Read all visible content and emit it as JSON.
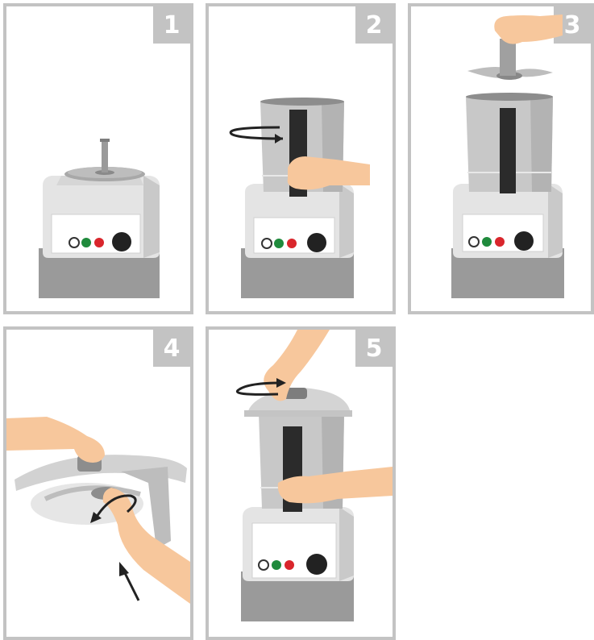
{
  "steps": [
    {
      "number": "1"
    },
    {
      "number": "2"
    },
    {
      "number": "3"
    },
    {
      "number": "4"
    },
    {
      "number": "5"
    }
  ],
  "colors": {
    "frame": "#c3c3c3",
    "machine_body": "#e4e4e4",
    "machine_base": "#9a9a9a",
    "bowl": "#c8c8c8",
    "handle": "#2b2b2b",
    "skin": "#f7c79c",
    "button_green": "#1f8a3c",
    "button_red": "#d9262c"
  },
  "icons": [
    "turn-arrow-icon",
    "push-arrow-icon",
    "power-on-button",
    "power-off-button",
    "pulse-button",
    "speed-dial"
  ]
}
